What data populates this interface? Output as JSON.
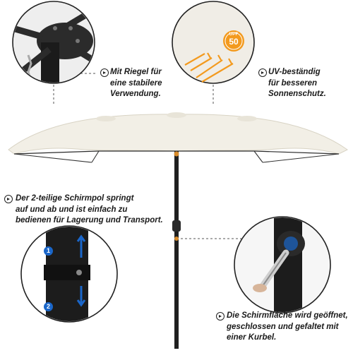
{
  "callouts": {
    "top_left": {
      "lines": [
        "Mit Riegel für",
        "eine stabilere",
        "Verwendung."
      ]
    },
    "top_right": {
      "lines": [
        "UV-beständig",
        "für besseren",
        "Sonnenschutz."
      ]
    },
    "middle_left": {
      "lines": [
        "Der 2-teilige Schirmpol springt",
        "auf und ab und ist einfach zu",
        "bedienen für Lagerung und Transport."
      ]
    },
    "bottom_right": {
      "lines": [
        "Die Schirmfläche wird geöffnet,",
        "geschlossen und gefaltet mit",
        "einer Kurbel."
      ]
    }
  },
  "upf_badge": {
    "label": "UPF",
    "value": "50"
  },
  "pole_markers": {
    "top": "1",
    "bottom": "2"
  },
  "colors": {
    "canopy": "#f2efe6",
    "pole": "#1f1f1f",
    "accent_orange": "#f39a1e",
    "marker_blue": "#1a66c9"
  }
}
